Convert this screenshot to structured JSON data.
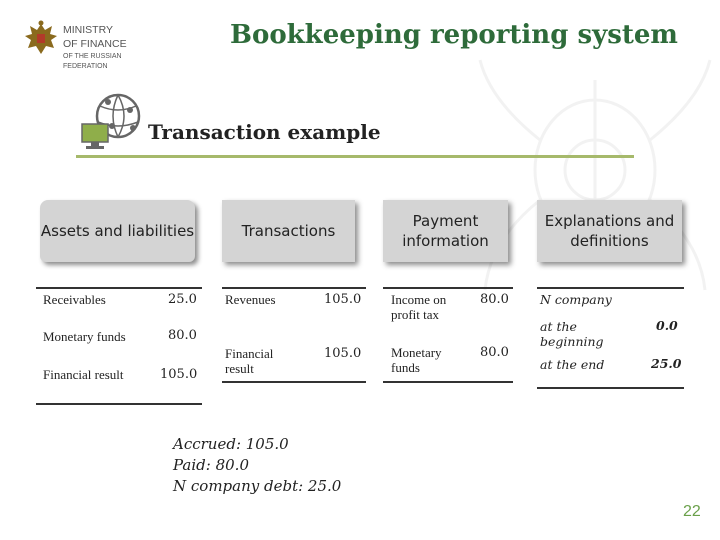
{
  "header": {
    "ministry_line1": "MINISTRY",
    "ministry_line2": "OF FINANCE",
    "ministry_line3": "OF THE RUSSIAN",
    "ministry_line4": "FEDERATION",
    "title": "Bookkeeping reporting system"
  },
  "section": {
    "title": "Transaction example"
  },
  "columns": {
    "assets_header": "Assets and liabilities",
    "transactions_header": "Transactions",
    "payment_header": "Payment information",
    "explanations_header": "Explanations and definitions"
  },
  "assets": [
    {
      "label": "Receivables",
      "value": "25.0"
    },
    {
      "label": "Monetary funds",
      "value": "80.0"
    },
    {
      "label": "Financial result",
      "value": "105.0"
    }
  ],
  "transactions": [
    {
      "label": "Revenues",
      "value": "105.0"
    },
    {
      "label": "Financial result",
      "value": "105.0"
    }
  ],
  "payments": [
    {
      "label": "Income on profit tax",
      "value": "80.0"
    },
    {
      "label": "Monetary funds",
      "value": "80.0"
    }
  ],
  "explanations": {
    "company": "N company",
    "beginning_label": "at the beginning",
    "beginning_value": "0.0",
    "end_label": "at the end",
    "end_value": "25.0"
  },
  "summary": {
    "accrued": "Accrued: 105.0",
    "paid": "Paid: 80.0",
    "debt": "N company debt: 25.0"
  },
  "page_number": "22",
  "colors": {
    "title_green": "#2e6b3a",
    "rule_green": "#a6b96b",
    "header_box_gray": "#d4d4d4",
    "page_number_green": "#6aa04a"
  },
  "icons": [
    "russian-emblem-icon",
    "globe-network-icon",
    "monitor-icon"
  ]
}
